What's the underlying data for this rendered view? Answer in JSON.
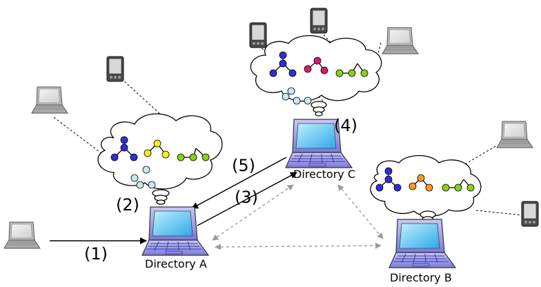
{
  "directories": {
    "a": {
      "label": "Directory A"
    },
    "b": {
      "label": "Directory B"
    },
    "c": {
      "label": "Directory C"
    }
  },
  "steps": [
    "(1)",
    "(2)",
    "(3)",
    "(4)",
    "(5)"
  ],
  "colors": {
    "blue": "#2f2fd8",
    "yellow": "#f2f21a",
    "green": "#8ad01a",
    "cyan": "#c8e8ee",
    "magenta": "#d81a6a",
    "orange": "#ff9a1a",
    "screen": "#6ad0f8",
    "laptop_body": "#9a9ae6"
  }
}
